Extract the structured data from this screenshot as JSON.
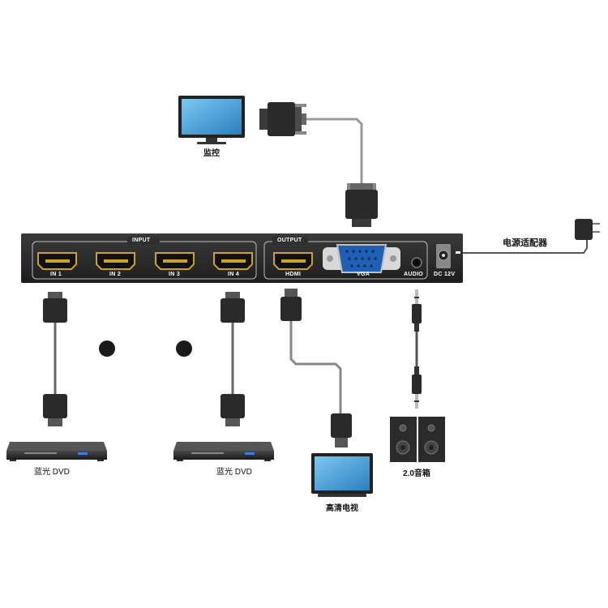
{
  "device": {
    "input_section": "INPUT",
    "output_section": "OUTPUT",
    "ports": {
      "in1": "IN 1",
      "in2": "IN 2",
      "in3": "IN 3",
      "in4": "IN 4",
      "hdmi_out": "HDMI",
      "vga_out": "VGA",
      "audio_out": "AUDIO",
      "dc_in": "DC 12V"
    }
  },
  "labels": {
    "monitor": "监控",
    "power_adapter": "电源适配器",
    "dvd_left": "蓝光 DVD",
    "dvd_right": "蓝光 DVD",
    "hd_tv": "高清电视",
    "speakers": "2.0音箱"
  },
  "colors": {
    "chassis": "#2a2a2a",
    "port_gold": "#c9a227",
    "vga_blue": "#1f5fb4",
    "cable": "#8a8a8a"
  },
  "icons": [
    "monitor-icon",
    "power-adapter-icon",
    "hdmi-plug-icon",
    "vga-plug-icon",
    "audio-jack-icon",
    "dvd-player-icon",
    "tv-icon",
    "speaker-icon",
    "ellipsis-dot-icon"
  ]
}
